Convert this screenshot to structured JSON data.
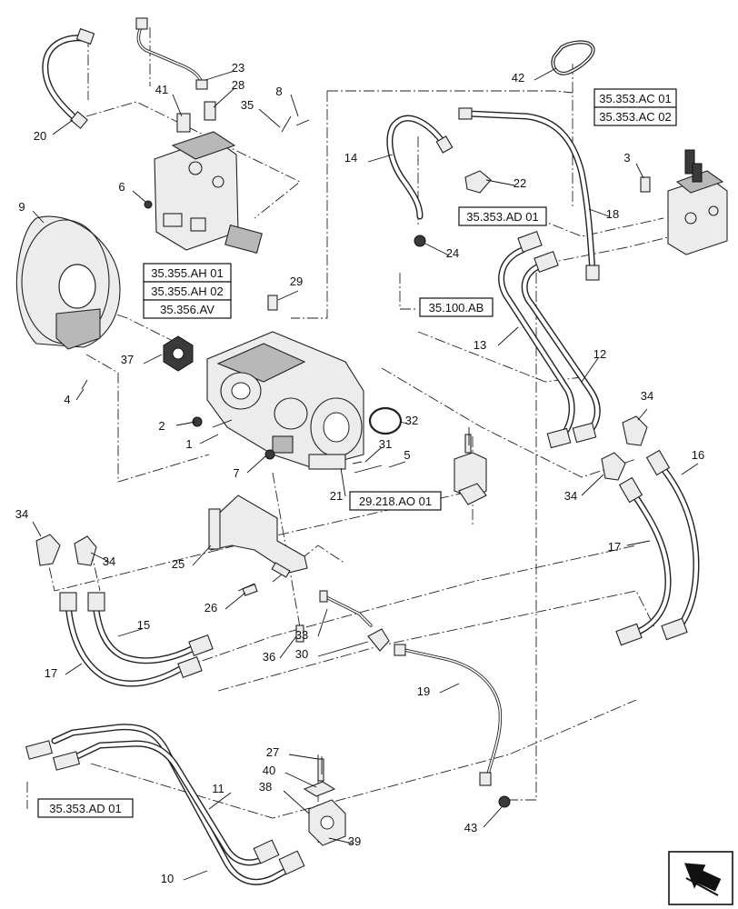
{
  "callouts": [
    {
      "id": "c20",
      "text": "20"
    },
    {
      "id": "c41",
      "text": "41"
    },
    {
      "id": "c23",
      "text": "23"
    },
    {
      "id": "c28",
      "text": "28"
    },
    {
      "id": "c35",
      "text": "35"
    },
    {
      "id": "c8",
      "text": "8"
    },
    {
      "id": "c42",
      "text": "42"
    },
    {
      "id": "c14",
      "text": "14"
    },
    {
      "id": "c22",
      "text": "22"
    },
    {
      "id": "c3",
      "text": "3"
    },
    {
      "id": "c18",
      "text": "18"
    },
    {
      "id": "c6",
      "text": "6"
    },
    {
      "id": "c9",
      "text": "9"
    },
    {
      "id": "c24",
      "text": "24"
    },
    {
      "id": "c29",
      "text": "29"
    },
    {
      "id": "c13",
      "text": "13"
    },
    {
      "id": "c12",
      "text": "12"
    },
    {
      "id": "c37",
      "text": "37"
    },
    {
      "id": "c34a",
      "text": "34"
    },
    {
      "id": "c4",
      "text": "4"
    },
    {
      "id": "c32",
      "text": "32"
    },
    {
      "id": "c2",
      "text": "2"
    },
    {
      "id": "c1",
      "text": "1"
    },
    {
      "id": "c31",
      "text": "31"
    },
    {
      "id": "c16",
      "text": "16"
    },
    {
      "id": "c5",
      "text": "5"
    },
    {
      "id": "c7",
      "text": "7"
    },
    {
      "id": "c34b",
      "text": "34"
    },
    {
      "id": "c21",
      "text": "21"
    },
    {
      "id": "c34c",
      "text": "34"
    },
    {
      "id": "c34d",
      "text": "34"
    },
    {
      "id": "c25",
      "text": "25"
    },
    {
      "id": "c17a",
      "text": "17"
    },
    {
      "id": "c26",
      "text": "26"
    },
    {
      "id": "c15",
      "text": "15"
    },
    {
      "id": "c33",
      "text": "33"
    },
    {
      "id": "c17b",
      "text": "17"
    },
    {
      "id": "c36",
      "text": "36"
    },
    {
      "id": "c30",
      "text": "30"
    },
    {
      "id": "c19",
      "text": "19"
    },
    {
      "id": "c27",
      "text": "27"
    },
    {
      "id": "c40",
      "text": "40"
    },
    {
      "id": "c11",
      "text": "11"
    },
    {
      "id": "c38",
      "text": "38"
    },
    {
      "id": "c39",
      "text": "39"
    },
    {
      "id": "c43",
      "text": "43"
    },
    {
      "id": "c10",
      "text": "10"
    }
  ],
  "references": [
    {
      "id": "r1",
      "text": "35.353.AC 01"
    },
    {
      "id": "r2",
      "text": "35.353.AC 02"
    },
    {
      "id": "r3",
      "text": "35.353.AD 01"
    },
    {
      "id": "r4",
      "text": "35.355.AH 01"
    },
    {
      "id": "r5",
      "text": "35.355.AH 02"
    },
    {
      "id": "r6",
      "text": "35.356.AV"
    },
    {
      "id": "r7",
      "text": "35.100.AB"
    },
    {
      "id": "r8",
      "text": "29.218.AO 01"
    },
    {
      "id": "r9",
      "text": "35.353.AD 01"
    }
  ],
  "icons": {
    "corner": "next-page-arrow-icon"
  }
}
